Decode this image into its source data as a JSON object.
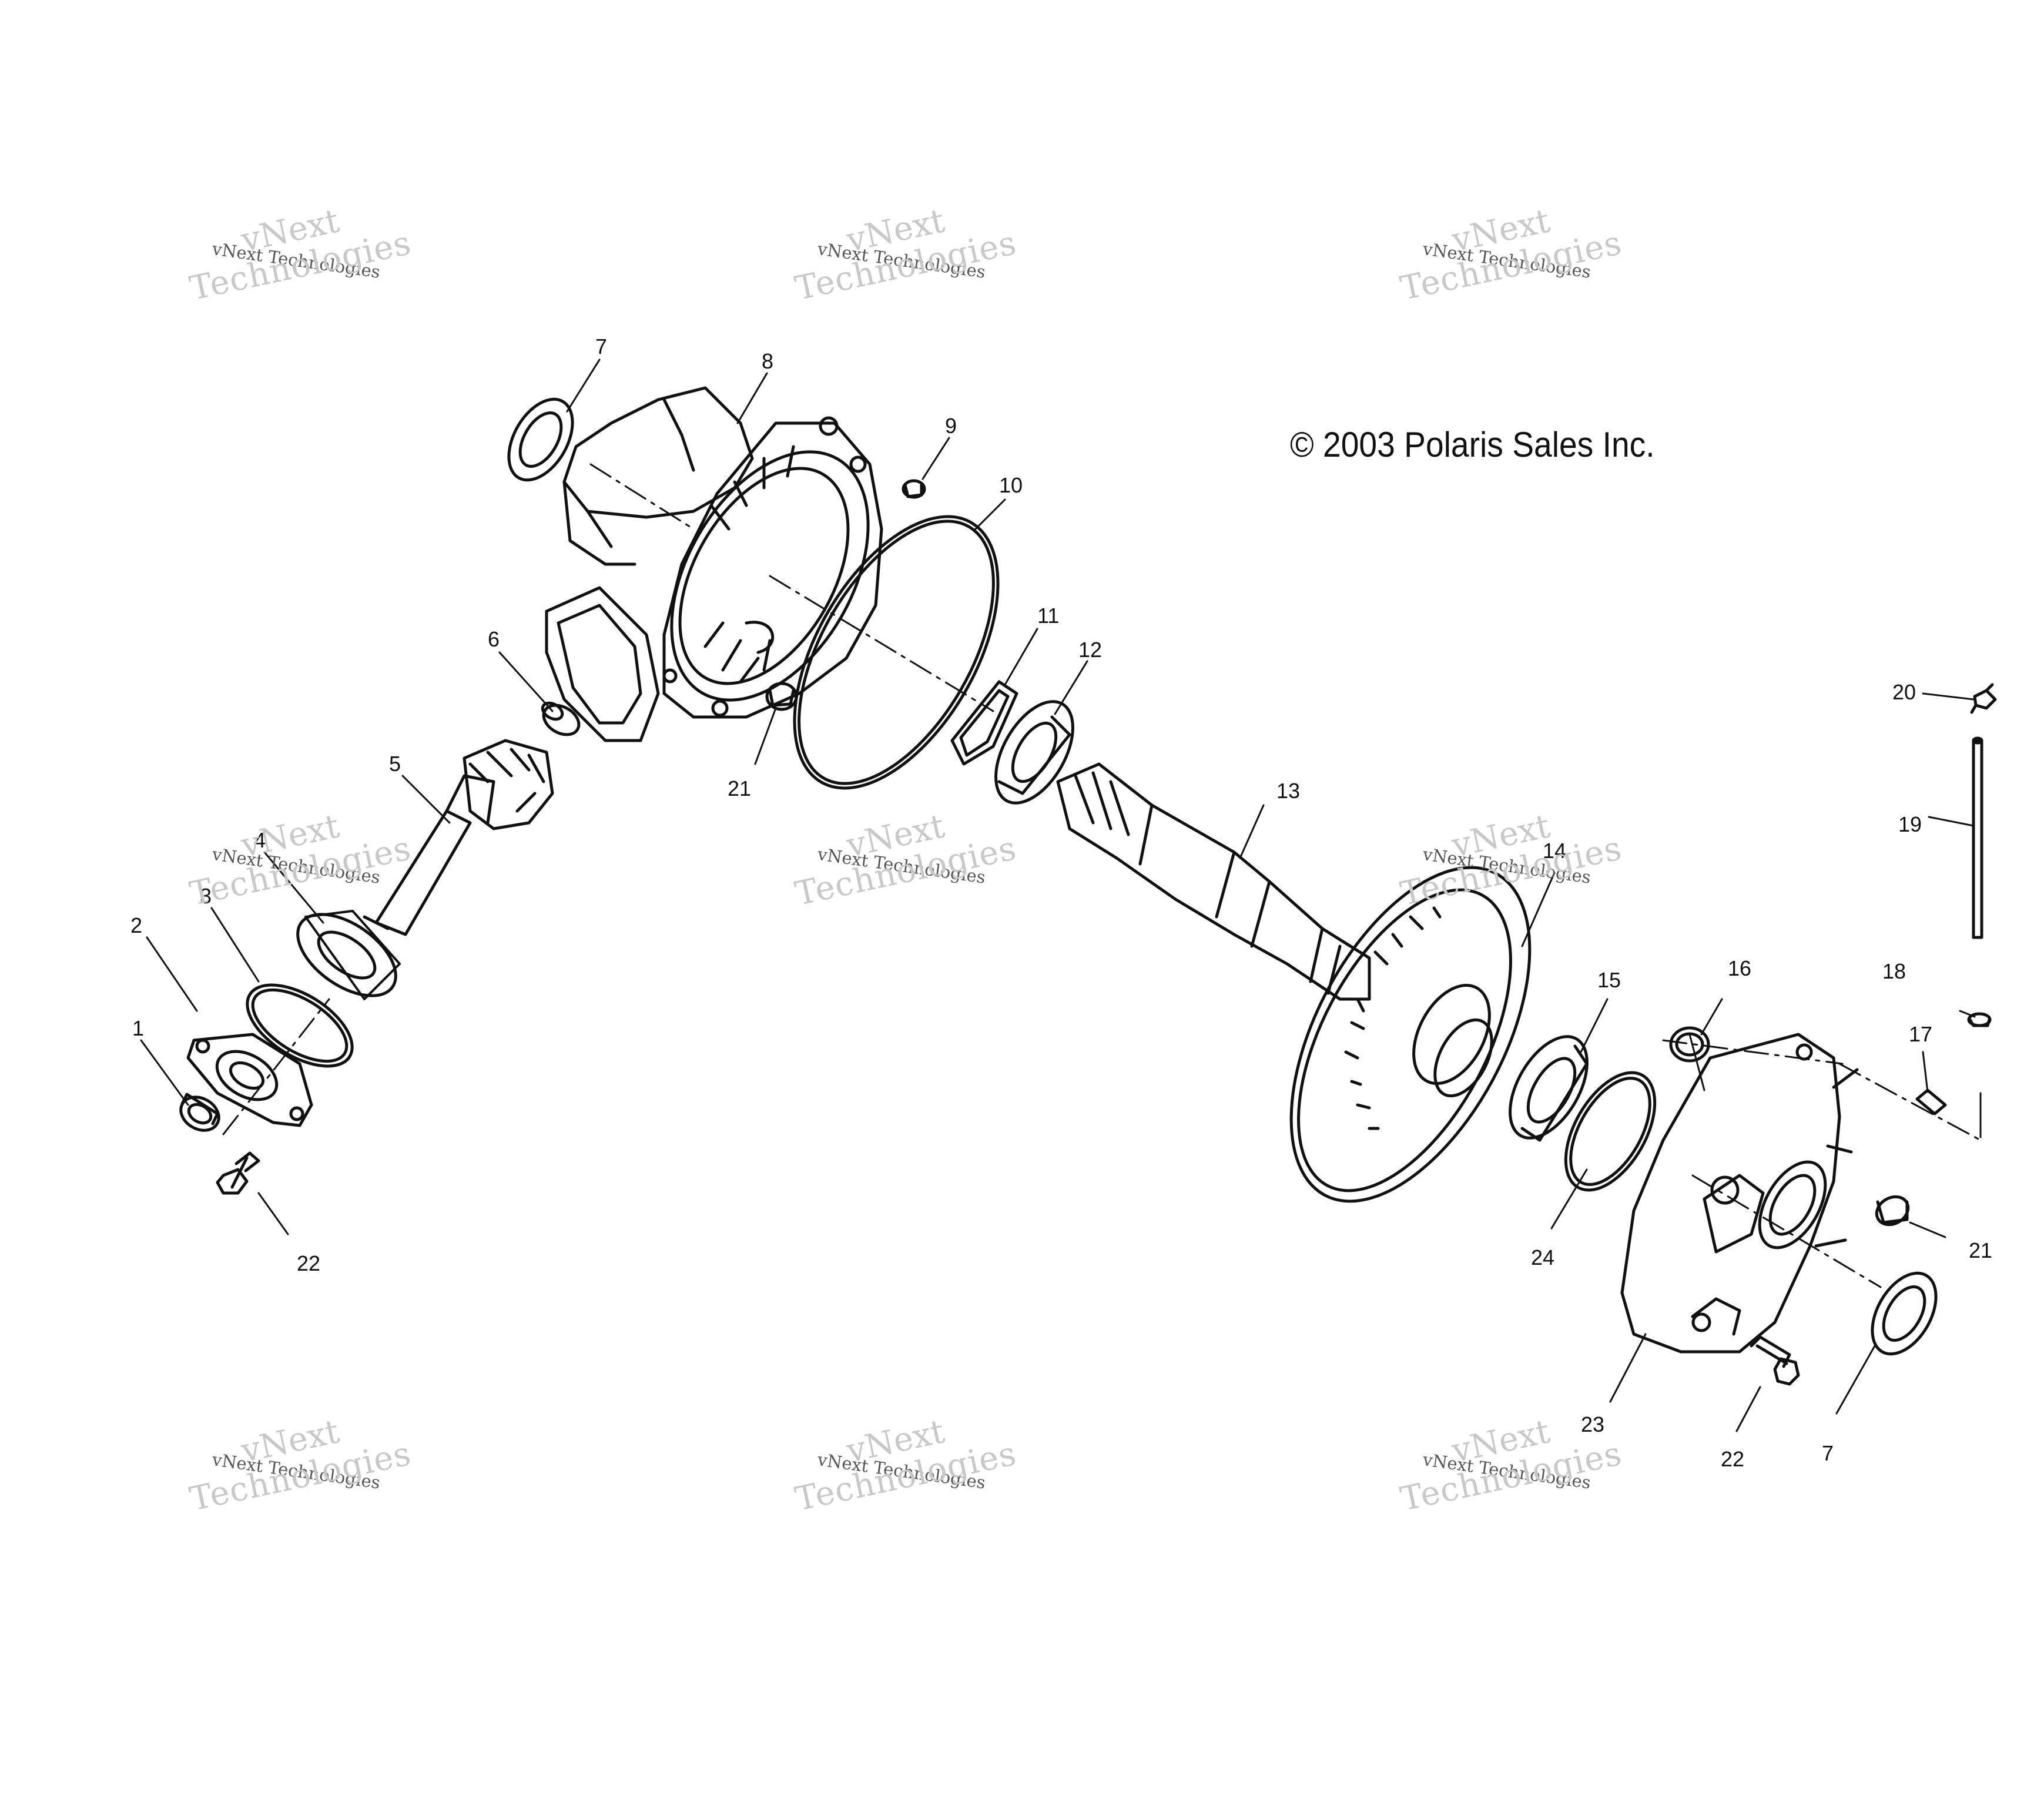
{
  "copyright": "© 2003 Polaris Sales Inc.",
  "watermark": {
    "brand": "vNext",
    "small": "vNext Technologies",
    "large": "Technologies"
  },
  "callouts": [
    "1",
    "2",
    "3",
    "4",
    "5",
    "6",
    "7",
    "8",
    "9",
    "10",
    "11",
    "12",
    "13",
    "14",
    "15",
    "16",
    "17",
    "18",
    "19",
    "20",
    "21",
    "22",
    "23",
    "24"
  ],
  "callouts_repeat": {
    "21b": "21",
    "22b": "22",
    "7b": "7"
  }
}
